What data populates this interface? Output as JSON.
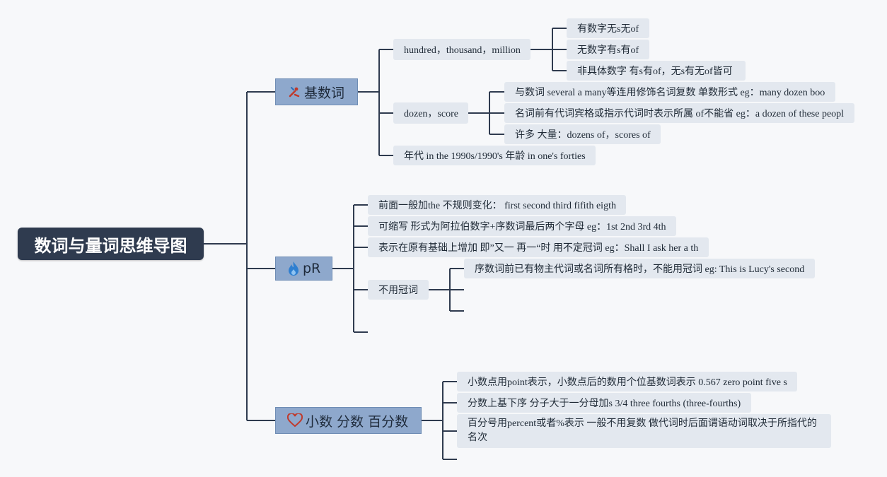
{
  "root": {
    "title": "数词与量词思维导图"
  },
  "branches": {
    "cardinal": {
      "label": "基数词",
      "icon": "tools-icon",
      "hundred": {
        "label": "hundred，thousand，million",
        "items": [
          "有数字无s无of",
          "无数字有s有of",
          "非具体数字 有s有of，无s有无of皆可"
        ]
      },
      "dozen": {
        "label": "dozen，score",
        "items": [
          "与数词 several a many等连用修饰名词复数 单数形式 eg：many dozen boo",
          "名词前有代词宾格或指示代词时表示所属 of不能省 eg：a dozen of these peopl",
          "许多 大量：dozens of，scores of"
        ]
      },
      "years": "年代 in the 1990s/1990's 年龄 in one's forties"
    },
    "ordinal": {
      "label": "pR",
      "icon": "fire-icon",
      "items": [
        "前面一般加the 不规则变化： first second third fifith eigth",
        "可缩写 形式为阿拉伯数字+序数词最后两个字母 eg：1st 2nd 3rd 4th",
        "表示在原有基础上增加 即”又一 再一“时 用不定冠词 eg：Shall I ask her a th"
      ],
      "no_article": {
        "label": "不用冠词",
        "items": [
          "序数词前已有物主代词或名词所有格时，不能用冠词 eg: This is Lucy's second"
        ]
      }
    },
    "decimal": {
      "label": "小数 分数 百分数",
      "icon": "heart-icon",
      "items": [
        "小数点用point表示，小数点后的数用个位基数词表示 0.567 zero point five s",
        "分数上基下序 分子大于一分母加s 3/4 three fourths (three-fourths)",
        "百分号用percent或者%表示 一般不用复数 做代词时后面谓语动词取决于所指代的名次"
      ]
    }
  },
  "colors": {
    "line": "#2f3b4f",
    "root": "#2f3b4f",
    "branch": "#8ea8cc",
    "leaf": "#e3e8ef"
  }
}
